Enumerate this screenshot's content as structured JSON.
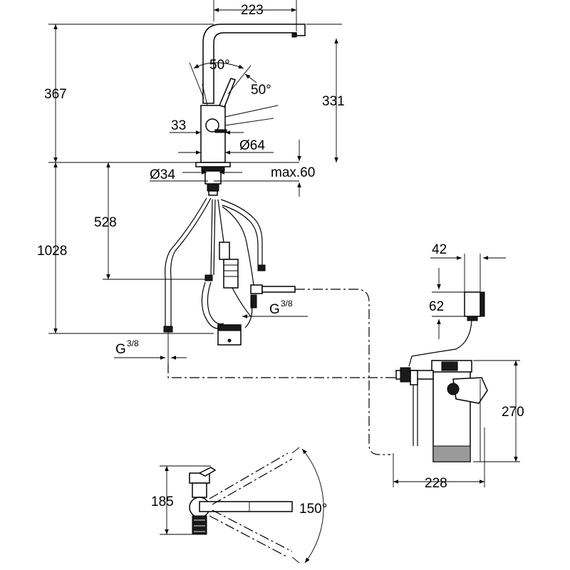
{
  "dimensions": {
    "spout_reach": "223",
    "height_above_deck": "367",
    "spout_height": "331",
    "lever_angle_front": "50°",
    "lever_angle_side": "50°",
    "lever_width": "33",
    "base_diameter": "Ø64",
    "hole_diameter": "Ø34",
    "max_deck_thickness": "max.60",
    "hose_length_below": "528",
    "total_below_deck": "1028",
    "connection_left": "G",
    "connection_left_fraction": "3/8",
    "connection_right": "G",
    "connection_right_fraction": "3/8",
    "controller_width": "42",
    "controller_height": "62",
    "filter_height": "270",
    "filter_width": "228",
    "swivel_height": "185",
    "swivel_angle": "150°"
  }
}
